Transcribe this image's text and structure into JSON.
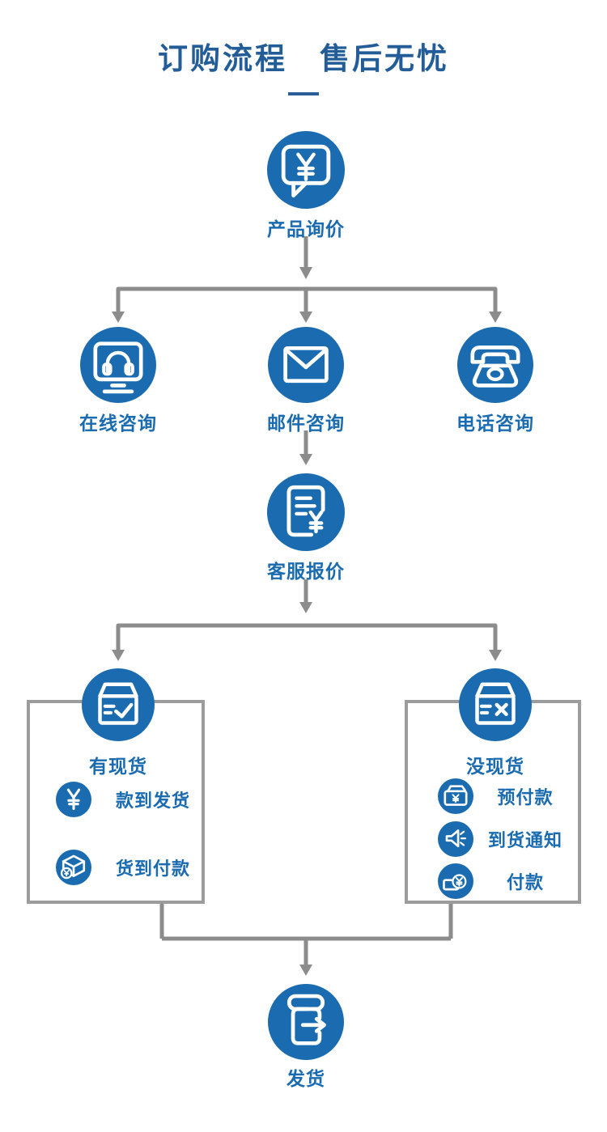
{
  "header": {
    "title": "订购流程　售后无忧"
  },
  "colors": {
    "circle_blue": "#1a6bb0",
    "label_blue": "#1a6bb0",
    "title_blue": "#235d97",
    "connector_gray": "#8c8c8c",
    "box_border_gray": "#9c9c9c",
    "background": "#ffffff",
    "icon_stroke": "#ffffff"
  },
  "flow": {
    "start": {
      "label": "产品询价",
      "icon": "speech-bubble-yuan-icon"
    },
    "contact_options": [
      {
        "label": "在线咨询",
        "icon": "online-support-icon"
      },
      {
        "label": "邮件咨询",
        "icon": "email-envelope-icon"
      },
      {
        "label": "电话咨询",
        "icon": "telephone-icon"
      }
    ],
    "quote": {
      "label": "客服报价",
      "icon": "quotation-document-icon"
    },
    "in_stock": {
      "label": "有现货",
      "icon": "box-check-icon",
      "items": [
        {
          "label": "款到发货",
          "icon": "yuan-symbol-icon"
        },
        {
          "label": "货到付款",
          "icon": "package-yuan-icon"
        }
      ]
    },
    "out_of_stock": {
      "label": "没现货",
      "icon": "box-x-icon",
      "items": [
        {
          "label": "预付款",
          "icon": "wallet-yuan-icon"
        },
        {
          "label": "到货通知",
          "icon": "megaphone-icon"
        },
        {
          "label": "付款",
          "icon": "payment-yuan-icon"
        }
      ]
    },
    "end": {
      "label": "发货",
      "icon": "shipping-box-arrow-icon"
    }
  }
}
